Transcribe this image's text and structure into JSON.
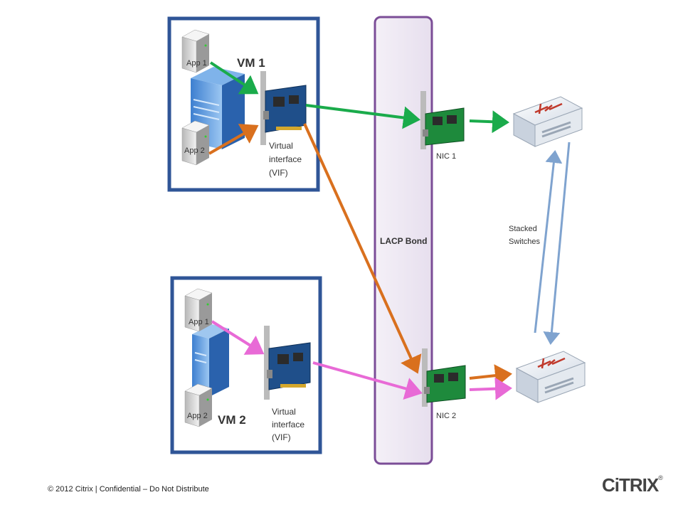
{
  "vm1": {
    "title": "VM 1",
    "app1": "App 1",
    "app2": "App 2",
    "vif_line1": "Virtual",
    "vif_line2": "interface",
    "vif_line3": "(VIF)"
  },
  "vm2": {
    "title": "VM 2",
    "app1": "App 1",
    "app2": "App 2",
    "vif_line1": "Virtual",
    "vif_line2": "interface",
    "vif_line3": "(VIF)"
  },
  "bond": {
    "label": "LACP Bond"
  },
  "nic1": {
    "label": "NIC 1"
  },
  "nic2": {
    "label": "NIC 2"
  },
  "switches": {
    "line1": "Stacked",
    "line2": "Switches"
  },
  "footer": {
    "copyright": "© 2012 Citrix | Confidential – Do Not Distribute"
  },
  "logo": {
    "text": "CiTRIX"
  },
  "colors": {
    "box_border": "#2f5597",
    "bond_border": "#7b4d97",
    "bond_fill": "#efe9f3",
    "green": "#1aab4b",
    "orange": "#d9701e",
    "pink": "#e86ad6",
    "blue_link": "#7fa3cf"
  }
}
